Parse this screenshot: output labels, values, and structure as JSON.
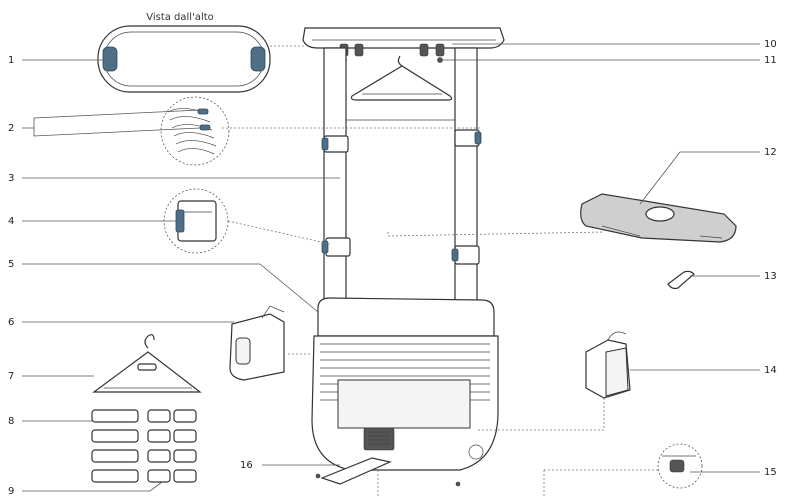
{
  "view_caption": "Vista dall'alto",
  "callouts": [
    "1",
    "2",
    "3",
    "4",
    "5",
    "6",
    "7",
    "8",
    "9",
    "10",
    "11",
    "12",
    "13",
    "14",
    "15",
    "16"
  ],
  "colors": {
    "line": "#333333",
    "accent_blue": "#4f6f86",
    "background": "#ffffff"
  }
}
